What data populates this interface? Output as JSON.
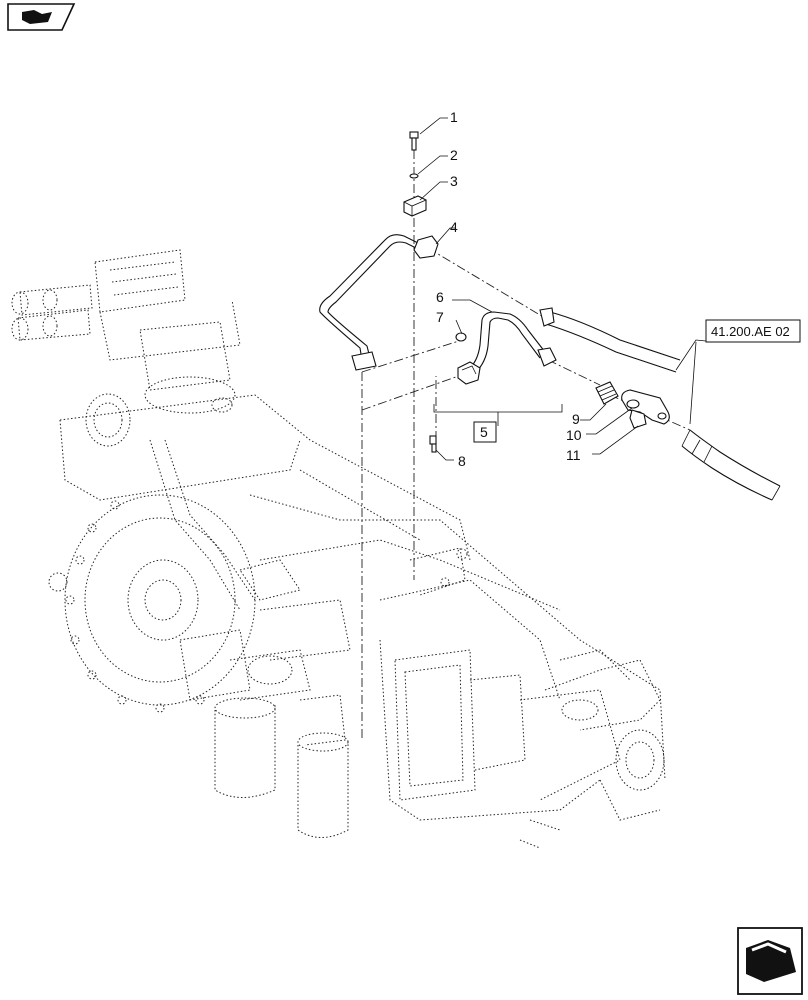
{
  "callouts": [
    {
      "id": "1",
      "text": "1"
    },
    {
      "id": "2",
      "text": "2"
    },
    {
      "id": "3",
      "text": "3"
    },
    {
      "id": "4",
      "text": "4"
    },
    {
      "id": "5",
      "text": "5"
    },
    {
      "id": "6",
      "text": "6"
    },
    {
      "id": "7",
      "text": "7"
    },
    {
      "id": "8",
      "text": "8"
    },
    {
      "id": "9",
      "text": "9"
    },
    {
      "id": "10",
      "text": "10"
    },
    {
      "id": "11",
      "text": "11"
    }
  ],
  "reference": {
    "text": "41.200.AE 02"
  },
  "icons": {
    "top_left": "book-navigation-icon",
    "bottom_right": "next-page-arrow-icon"
  }
}
